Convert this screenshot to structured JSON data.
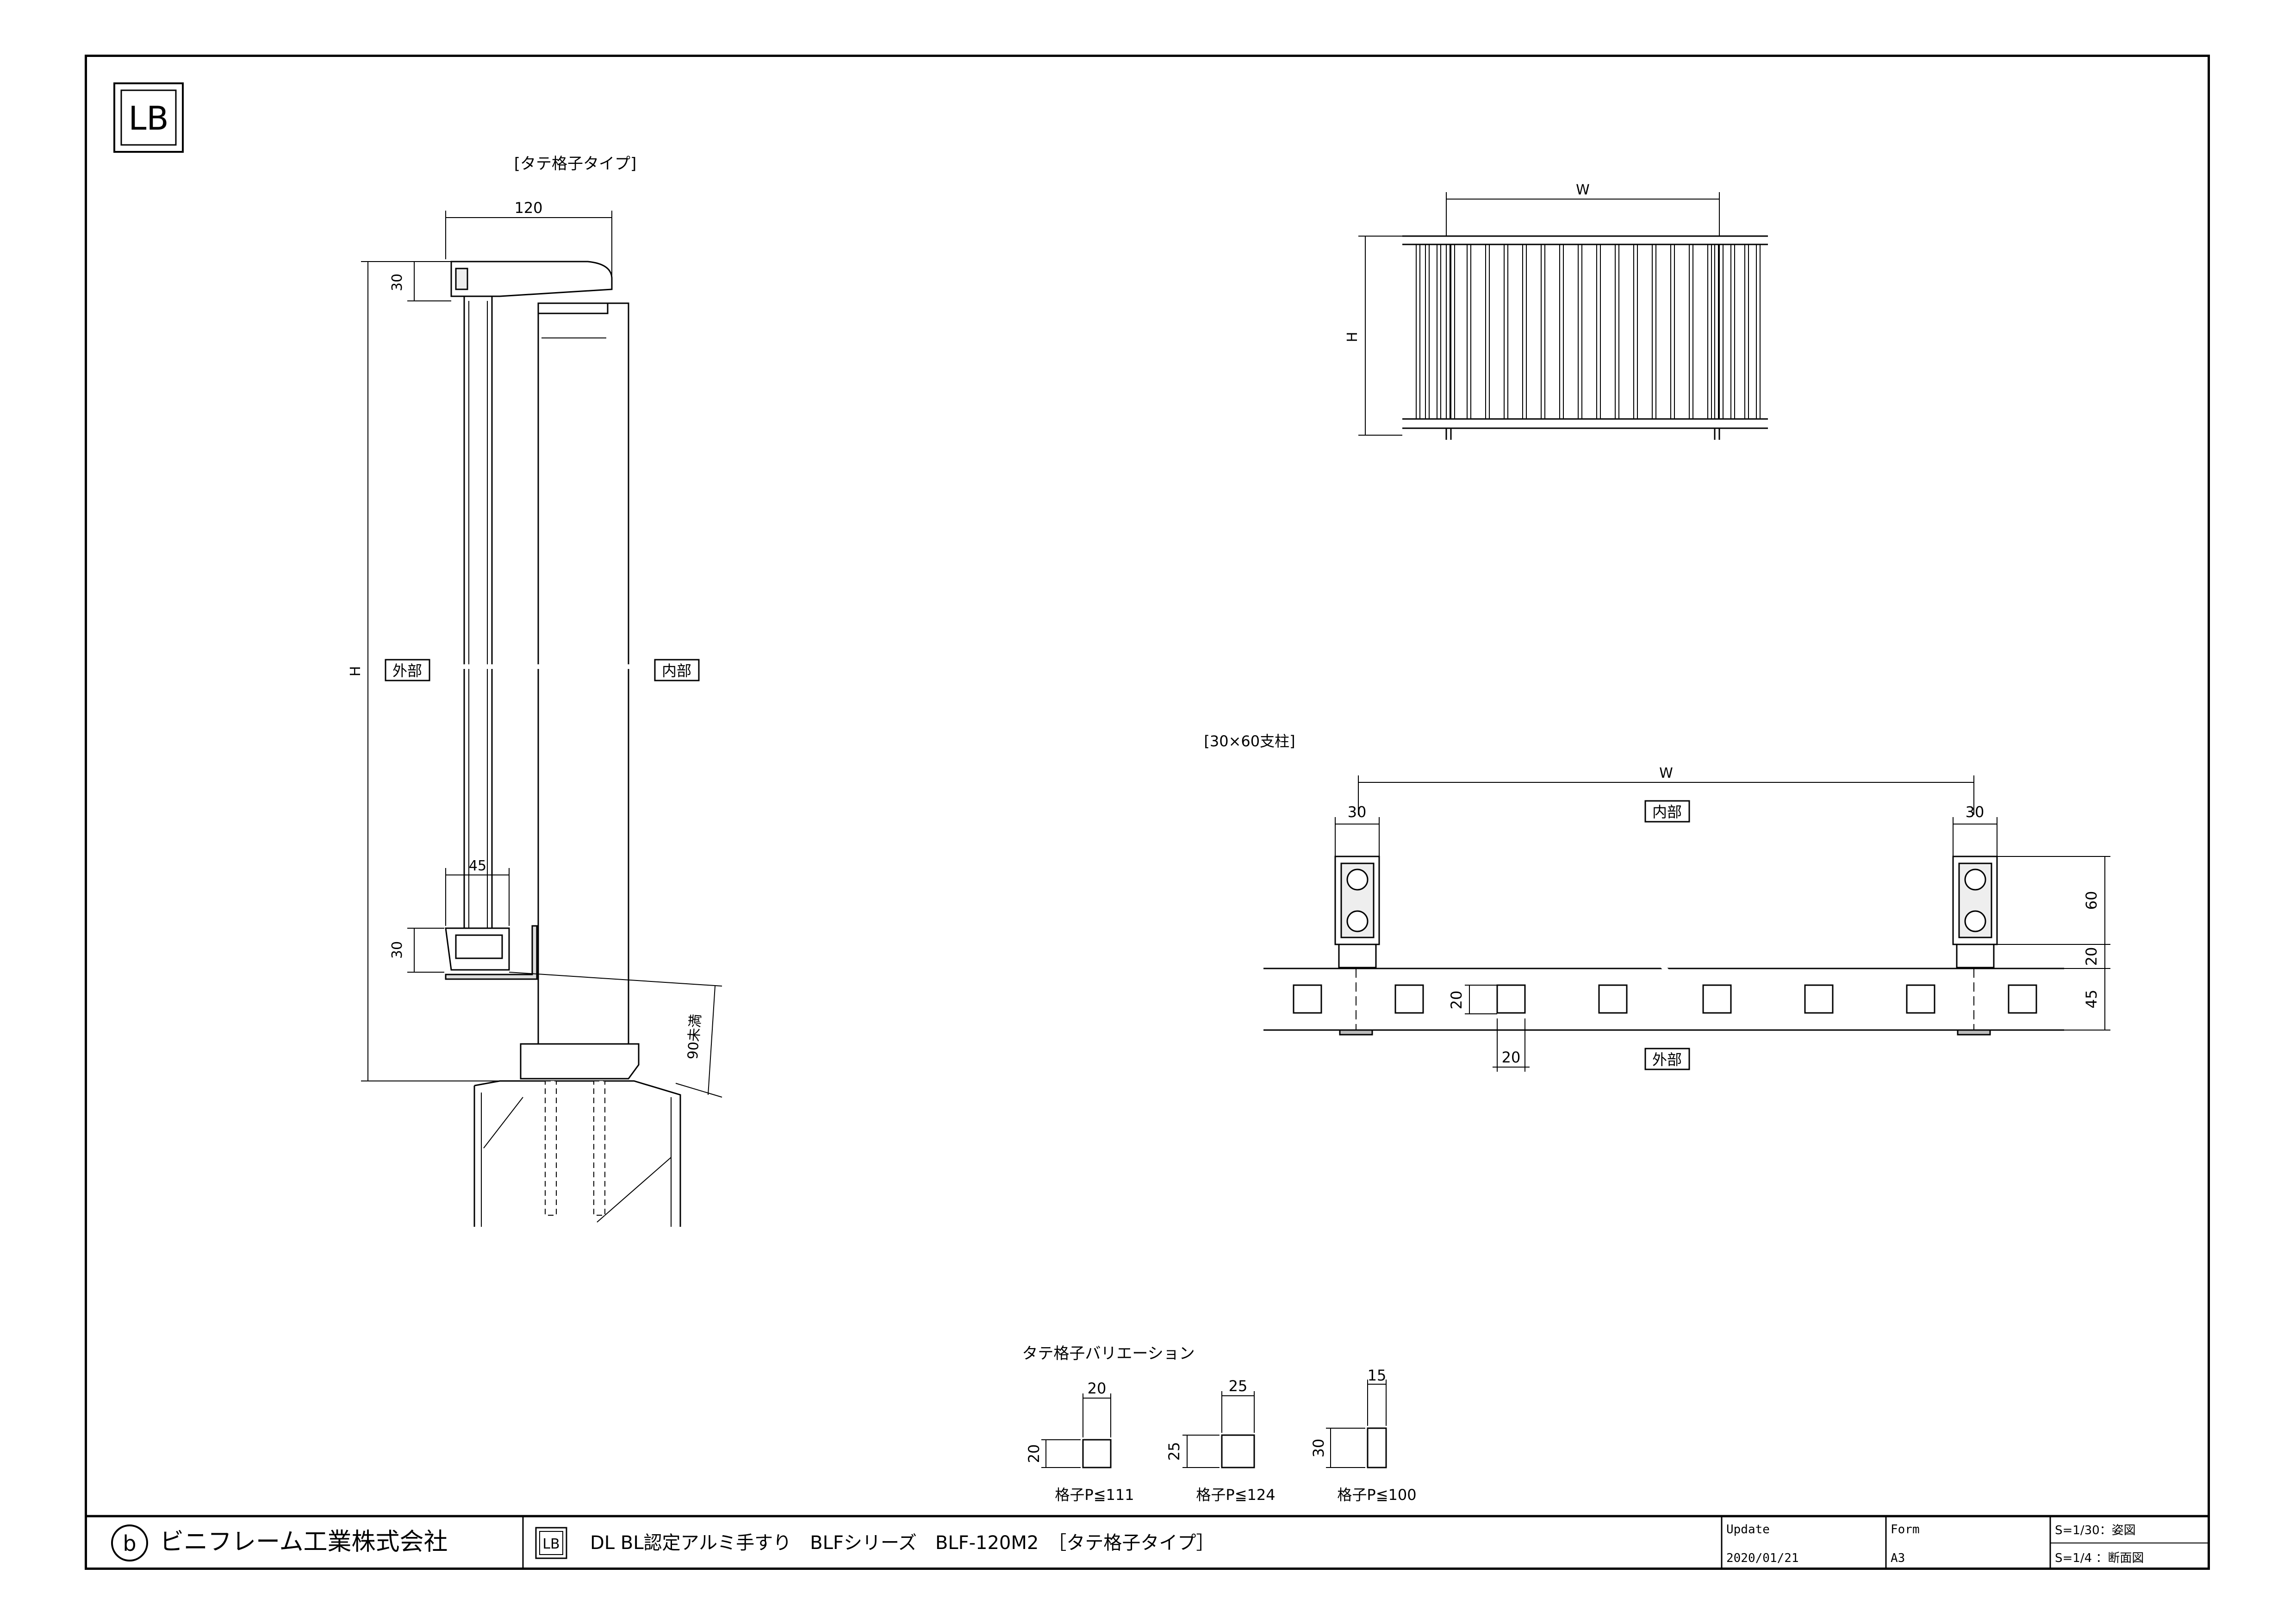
{
  "logo": {
    "text": "LB"
  },
  "side_view": {
    "title": "[タテ格子タイプ]",
    "dim_top": "120",
    "dim_cap": "30",
    "dim_height": "H",
    "label_outside": "外部",
    "label_inside": "内部",
    "dim_bottom_width": "45",
    "dim_bottom_rail": "30",
    "dim_gap": "90未満"
  },
  "elevation": {
    "dim_width": "W",
    "dim_height": "H"
  },
  "plan_view": {
    "title": "[30×60支柱]",
    "dim_width": "W",
    "dim_post_left": "30",
    "dim_post_right": "30",
    "label_inside": "内部",
    "label_outside": "外部",
    "dim_post_depth": "60",
    "dim_rail_gap": "20",
    "dim_rail_depth": "45",
    "dim_bar_height": "20",
    "dim_bar_width": "20"
  },
  "variations": {
    "title": "タテ格子バリエーション",
    "items": [
      {
        "w": "20",
        "h": "20",
        "pitch": "格子P≦111"
      },
      {
        "w": "25",
        "h": "25",
        "pitch": "格子P≦124"
      },
      {
        "w": "15",
        "h": "30",
        "pitch": "格子P≦100"
      }
    ]
  },
  "title_block": {
    "company": "ビニフレーム工業株式会社",
    "company_mark": "b",
    "drawing_title": "DL BL認定アルミ手すり　BLFシリーズ　BLF-120M2　［タテ格子タイプ］",
    "update_label": "Update",
    "update_value": "2020/01/21",
    "form_label": "Form",
    "form_value": "A3",
    "scale_1": "S=1/30：姿図",
    "scale_2": "S=1/4 ：断面図"
  }
}
